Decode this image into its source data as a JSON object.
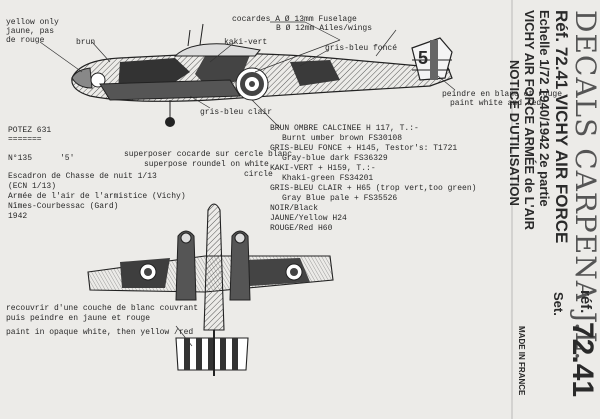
{
  "top_left": {
    "yellow": [
      "yellow only",
      "jaune, pas",
      "de rouge"
    ],
    "brun": "brun",
    "kaki": "kaki-vert",
    "cocardes": [
      "cocardes A Ø 13mm Fuselage",
      "B Ø 12mm Ailes/wings"
    ],
    "gris_fonce": "gris-bleu foncé",
    "peindre": [
      "peindre en blanc et rouge",
      "paint white and red"
    ],
    "fuselage_code": "5"
  },
  "left_block": {
    "potez": "POTEZ 631",
    "underline": "=======",
    "no": "N°135",
    "code5": "'5'",
    "escadron": [
      "Escadron de Chasse de nuit 1/13",
      "(ECN 1/13)",
      "Armée de l'air de l'armistice (Vichy)",
      "Nîmes-Courbessac (Gard)",
      "1942"
    ]
  },
  "middle": {
    "gris_clair": "gris-bleu clair",
    "superposer": [
      "superposer cocarde sur cercle blanc",
      "superpose roundel on white",
      "circle"
    ]
  },
  "colors_list": [
    "BRUN OMBRE CALCINEE H 117, T.:-",
    "  Burnt umber brown FS30108",
    "GRIS-BLEU FONCE + H145, Testor's: T1721",
    "  Gray-blue dark FS36329",
    "KAKI-VERT + H159, T.:-",
    "  Khaki-green FS34201",
    "GRIS-BLEU CLAIR + H65 (trop vert,too green)",
    "  Gray Blue pale + FS35526",
    "NOIR/Black",
    "JAUNE/Yellow H24",
    "ROUGE/Red H60"
  ],
  "bottom_left": {
    "recouvrir": [
      "recouvrir d'une couche de blanc couvrant",
      "puis peindre en jaune et rouge"
    ],
    "paint": "paint in opaque white, then yellow /red"
  },
  "right_vertical": {
    "brand": "DECALS CARPENA J.L.",
    "ref": "Réf. 72.41 VICHY AIR FORCE",
    "echelle": "Echelle 1/72  1940/1942  2e partie",
    "armee": "VICHY AIR FORCE ARMÉE de L'AIR",
    "notice": "NOTICE D'UTILISATION",
    "ref_small": "réf.",
    "ref_big": "72.41",
    "set": "Set.",
    "made": "MADE IN FRANCE"
  },
  "colors": {
    "ink": "#2a2a2a",
    "paper": "#ecebe8"
  }
}
